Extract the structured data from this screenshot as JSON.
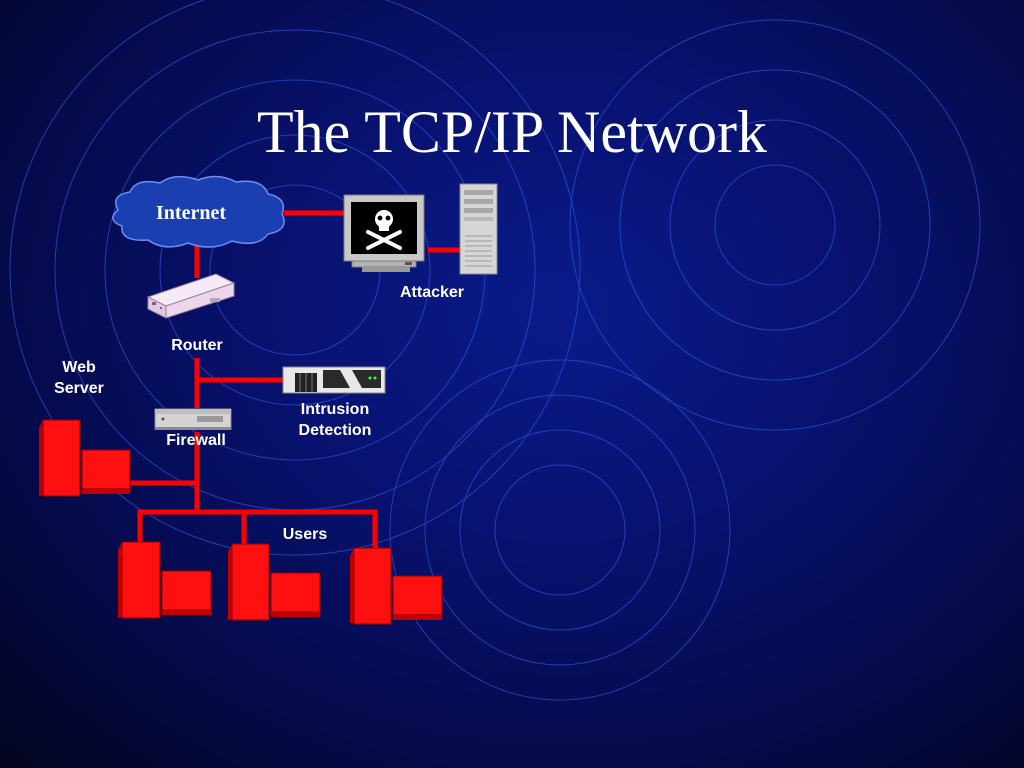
{
  "title": "The TCP/IP Network",
  "nodes": {
    "internet": "Internet",
    "attacker": "Attacker",
    "router": "Router",
    "web_server": [
      "Web",
      "Server"
    ],
    "intrusion_detection": [
      "Intrusion",
      "Detection"
    ],
    "firewall": "Firewall",
    "users": "Users"
  },
  "colors": {
    "background": "#081270",
    "link": "#ff0000",
    "cloud": "#1a3fb0",
    "host": "#ff1010",
    "text": "#ffffff"
  },
  "icons": [
    "cloud-icon",
    "skull-crossbones-icon",
    "monitor-icon",
    "tower-server-icon",
    "router-icon",
    "ids-appliance-icon",
    "firewall-appliance-icon",
    "red-computer-icon"
  ]
}
